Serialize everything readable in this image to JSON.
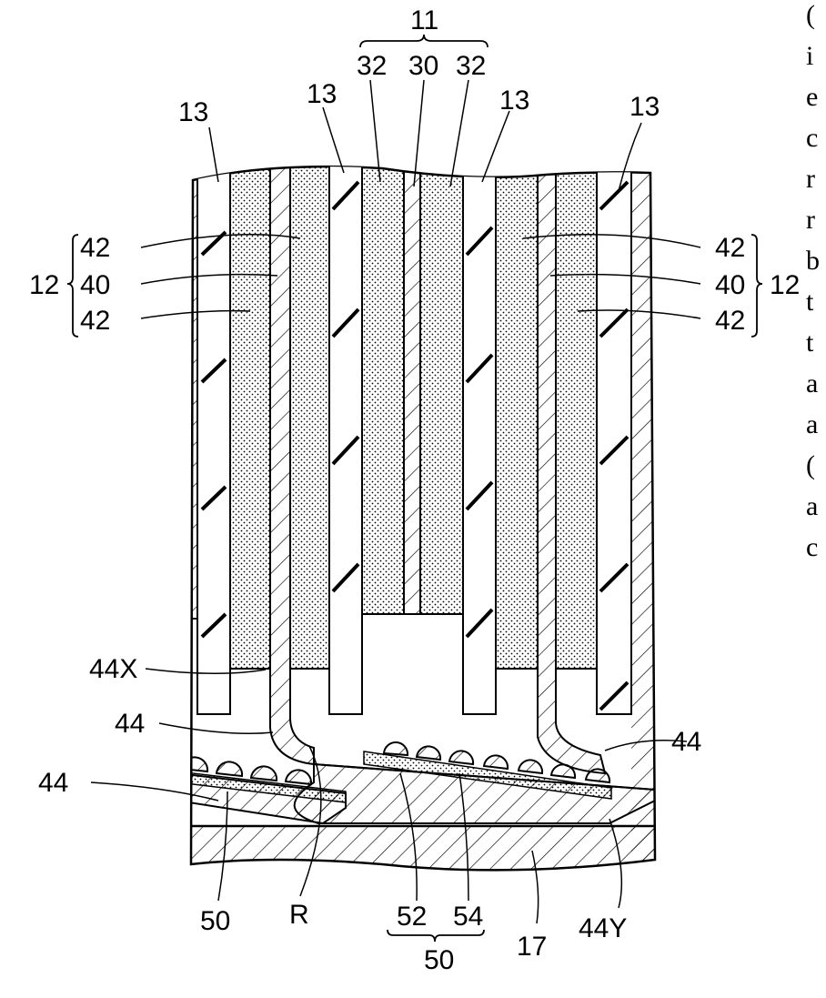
{
  "figure": {
    "labels": {
      "group_11": "11",
      "l32a": "32",
      "l30": "30",
      "l32b": "32",
      "l13a": "13",
      "l13b": "13",
      "l13c": "13",
      "l13d": "13",
      "l12_left": "12",
      "l12_right": "12",
      "l42_left_top": "42",
      "l40_left": "40",
      "l42_left_bot": "42",
      "l42_right_top": "42",
      "l40_right": "40",
      "l42_right_bot": "42",
      "l44X": "44X",
      "l44_left_upper": "44",
      "l44_left_lower": "44",
      "l44_right": "44",
      "l44Y": "44Y",
      "l50_left": "50",
      "lR": "R",
      "l52": "52",
      "l54": "54",
      "l50_group": "50",
      "l17": "17"
    },
    "side_text": [
      "(",
      "i",
      "e",
      "c",
      "r",
      "r",
      "b",
      "t",
      "t",
      "a",
      "a",
      "(",
      "a",
      "c"
    ]
  }
}
